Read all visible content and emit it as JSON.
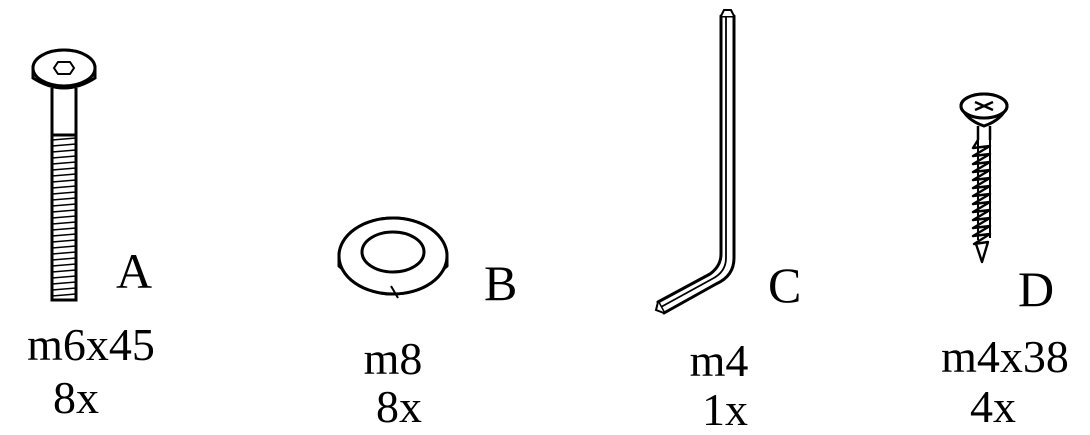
{
  "parts": [
    {
      "letter": "A",
      "size": "m6x45",
      "quantity": "8x",
      "icon": "barrel-bolt-icon"
    },
    {
      "letter": "B",
      "size": "m8",
      "quantity": "8x",
      "icon": "lock-washer-icon"
    },
    {
      "letter": "C",
      "size": "m4",
      "quantity": "1x",
      "icon": "allen-key-icon"
    },
    {
      "letter": "D",
      "size": "m4x38",
      "quantity": "4x",
      "icon": "wood-screw-icon"
    }
  ]
}
